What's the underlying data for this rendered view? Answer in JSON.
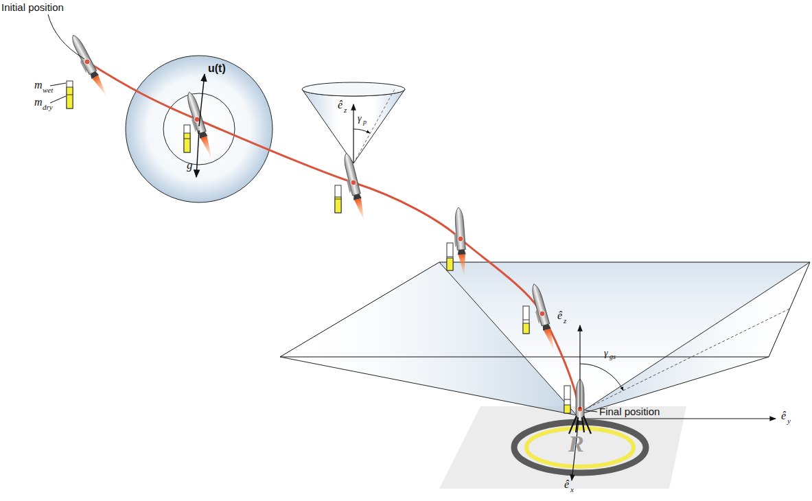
{
  "diagram": {
    "labels": [
      "Initial position",
      "m",
      "wet",
      "m",
      "dry",
      "u(t)",
      "g",
      "ê",
      "z",
      "γ",
      "p",
      "ê",
      "z",
      "γ",
      "gs",
      "Final position",
      "ê",
      "y",
      "ê",
      "x",
      "R"
    ]
  }
}
